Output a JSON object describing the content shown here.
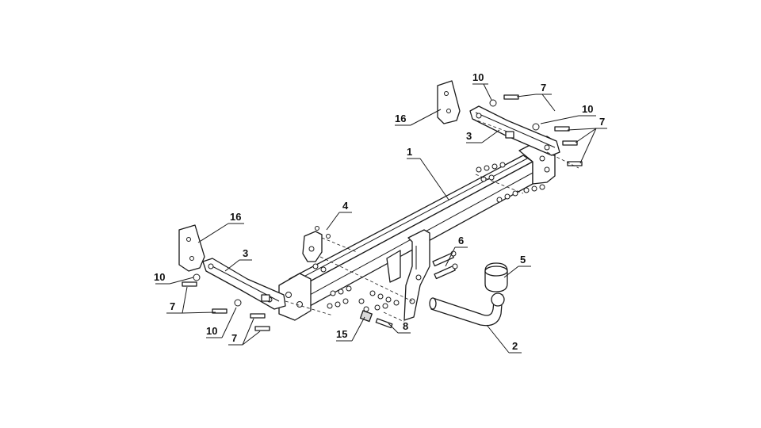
{
  "callouts": [
    {
      "id": "c1",
      "text": "1"
    },
    {
      "id": "c2",
      "text": "2"
    },
    {
      "id": "c3a",
      "text": "3"
    },
    {
      "id": "c3b",
      "text": "3"
    },
    {
      "id": "c4",
      "text": "4"
    },
    {
      "id": "c5",
      "text": "5"
    },
    {
      "id": "c6",
      "text": "6"
    },
    {
      "id": "c7a",
      "text": "7"
    },
    {
      "id": "c7b",
      "text": "7"
    },
    {
      "id": "c7c",
      "text": "7"
    },
    {
      "id": "c7d",
      "text": "7"
    },
    {
      "id": "c8",
      "text": "8"
    },
    {
      "id": "c10a",
      "text": "10"
    },
    {
      "id": "c10b",
      "text": "10"
    },
    {
      "id": "c10c",
      "text": "10"
    },
    {
      "id": "c10d",
      "text": "10"
    },
    {
      "id": "c15",
      "text": "15"
    },
    {
      "id": "c16a",
      "text": "16"
    },
    {
      "id": "c16b",
      "text": "16"
    }
  ]
}
